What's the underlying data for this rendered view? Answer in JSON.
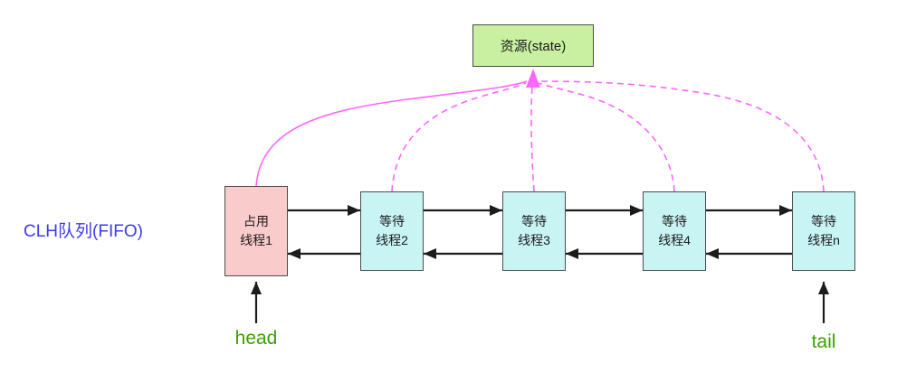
{
  "diagram": {
    "resource": {
      "label": "资源(state)"
    },
    "queue_label": "CLH队列(FIFO)",
    "head_label": "head",
    "tail_label": "tail",
    "nodes": [
      {
        "state": "owner",
        "lines": [
          "占用",
          "线程1"
        ]
      },
      {
        "state": "waiting",
        "lines": [
          "等待",
          "线程2"
        ]
      },
      {
        "state": "waiting",
        "lines": [
          "等待",
          "线程3"
        ]
      },
      {
        "state": "waiting",
        "lines": [
          "等待",
          "线程4"
        ]
      },
      {
        "state": "waiting",
        "lines": [
          "等待",
          "线程n"
        ]
      }
    ],
    "colors": {
      "resource_fill": "#c8f0a0",
      "owner_fill": "#f9cbcb",
      "waiting_fill": "#c8f4f4",
      "box_border": "#4d4d4d",
      "queue_label_color": "#3b3bf0",
      "head_tail_color": "#3aa002",
      "arrow_color": "#1c1c1c",
      "resource_link_color": "#ff66ff"
    }
  }
}
